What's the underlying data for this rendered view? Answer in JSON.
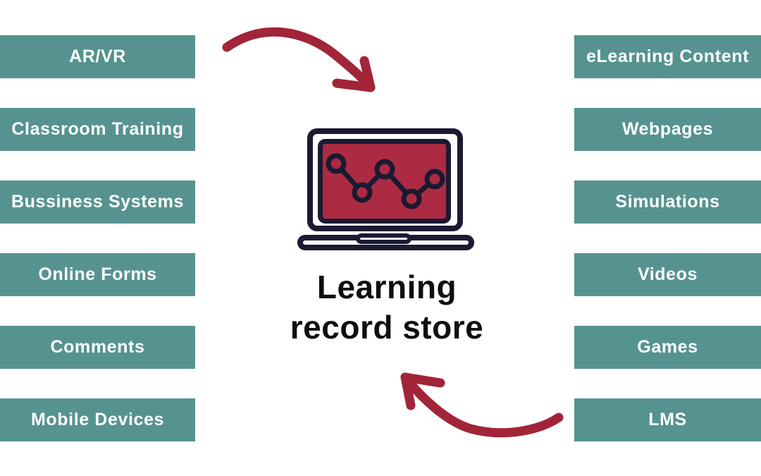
{
  "diagram": {
    "title": {
      "line1": "Learning",
      "line2": "record store"
    },
    "left_items": [
      "AR/VR",
      "Classroom Training",
      "Bussiness Systems",
      "Online Forms",
      "Comments",
      "Mobile Devices"
    ],
    "right_items": [
      "eLearning Content",
      "Webpages",
      "Simulations",
      "Videos",
      "Games",
      "LMS"
    ],
    "icons": {
      "center": "laptop-analytics-icon",
      "top": "curved-arrow-right-down-icon",
      "bottom": "curved-arrow-left-up-icon"
    },
    "colors": {
      "background": "#FFFFFF",
      "teal": "#569390",
      "bar_text": "#FFFFFF",
      "title_text": "#0E0E13",
      "navy": "#1A1A32",
      "screen_red": "#AC2B42",
      "arrow_red": "#A22439"
    }
  }
}
